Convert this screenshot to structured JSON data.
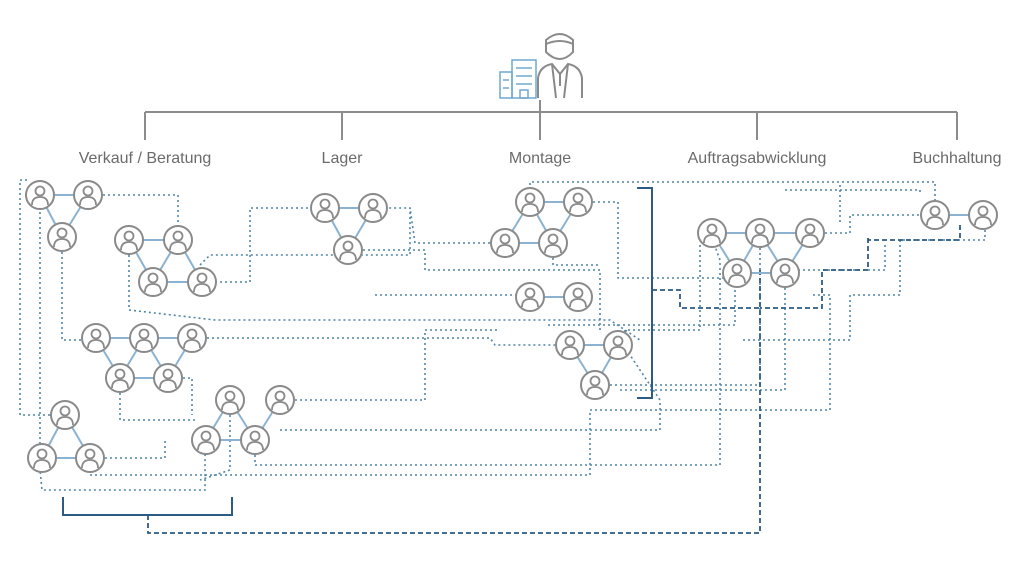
{
  "departments": [
    {
      "name": "Verkauf / Beratung"
    },
    {
      "name": "Lager"
    },
    {
      "name": "Montage"
    },
    {
      "name": "Auftragsabwicklung"
    },
    {
      "name": "Buchhaltung"
    }
  ],
  "colors": {
    "person_gray": "#8a8a8a",
    "hierarchy_gray": "#8c8c8c",
    "intra_link": "#8bb3d1",
    "dotted_link": "#4f86a8",
    "bracket_dark": "#2c5b85",
    "building_blue": "#6fa8d0",
    "label_gray": "#6b6b6b"
  },
  "icons": {
    "top": [
      "office-building-icon",
      "manager-person-icon"
    ],
    "node": "person-circle-icon"
  }
}
